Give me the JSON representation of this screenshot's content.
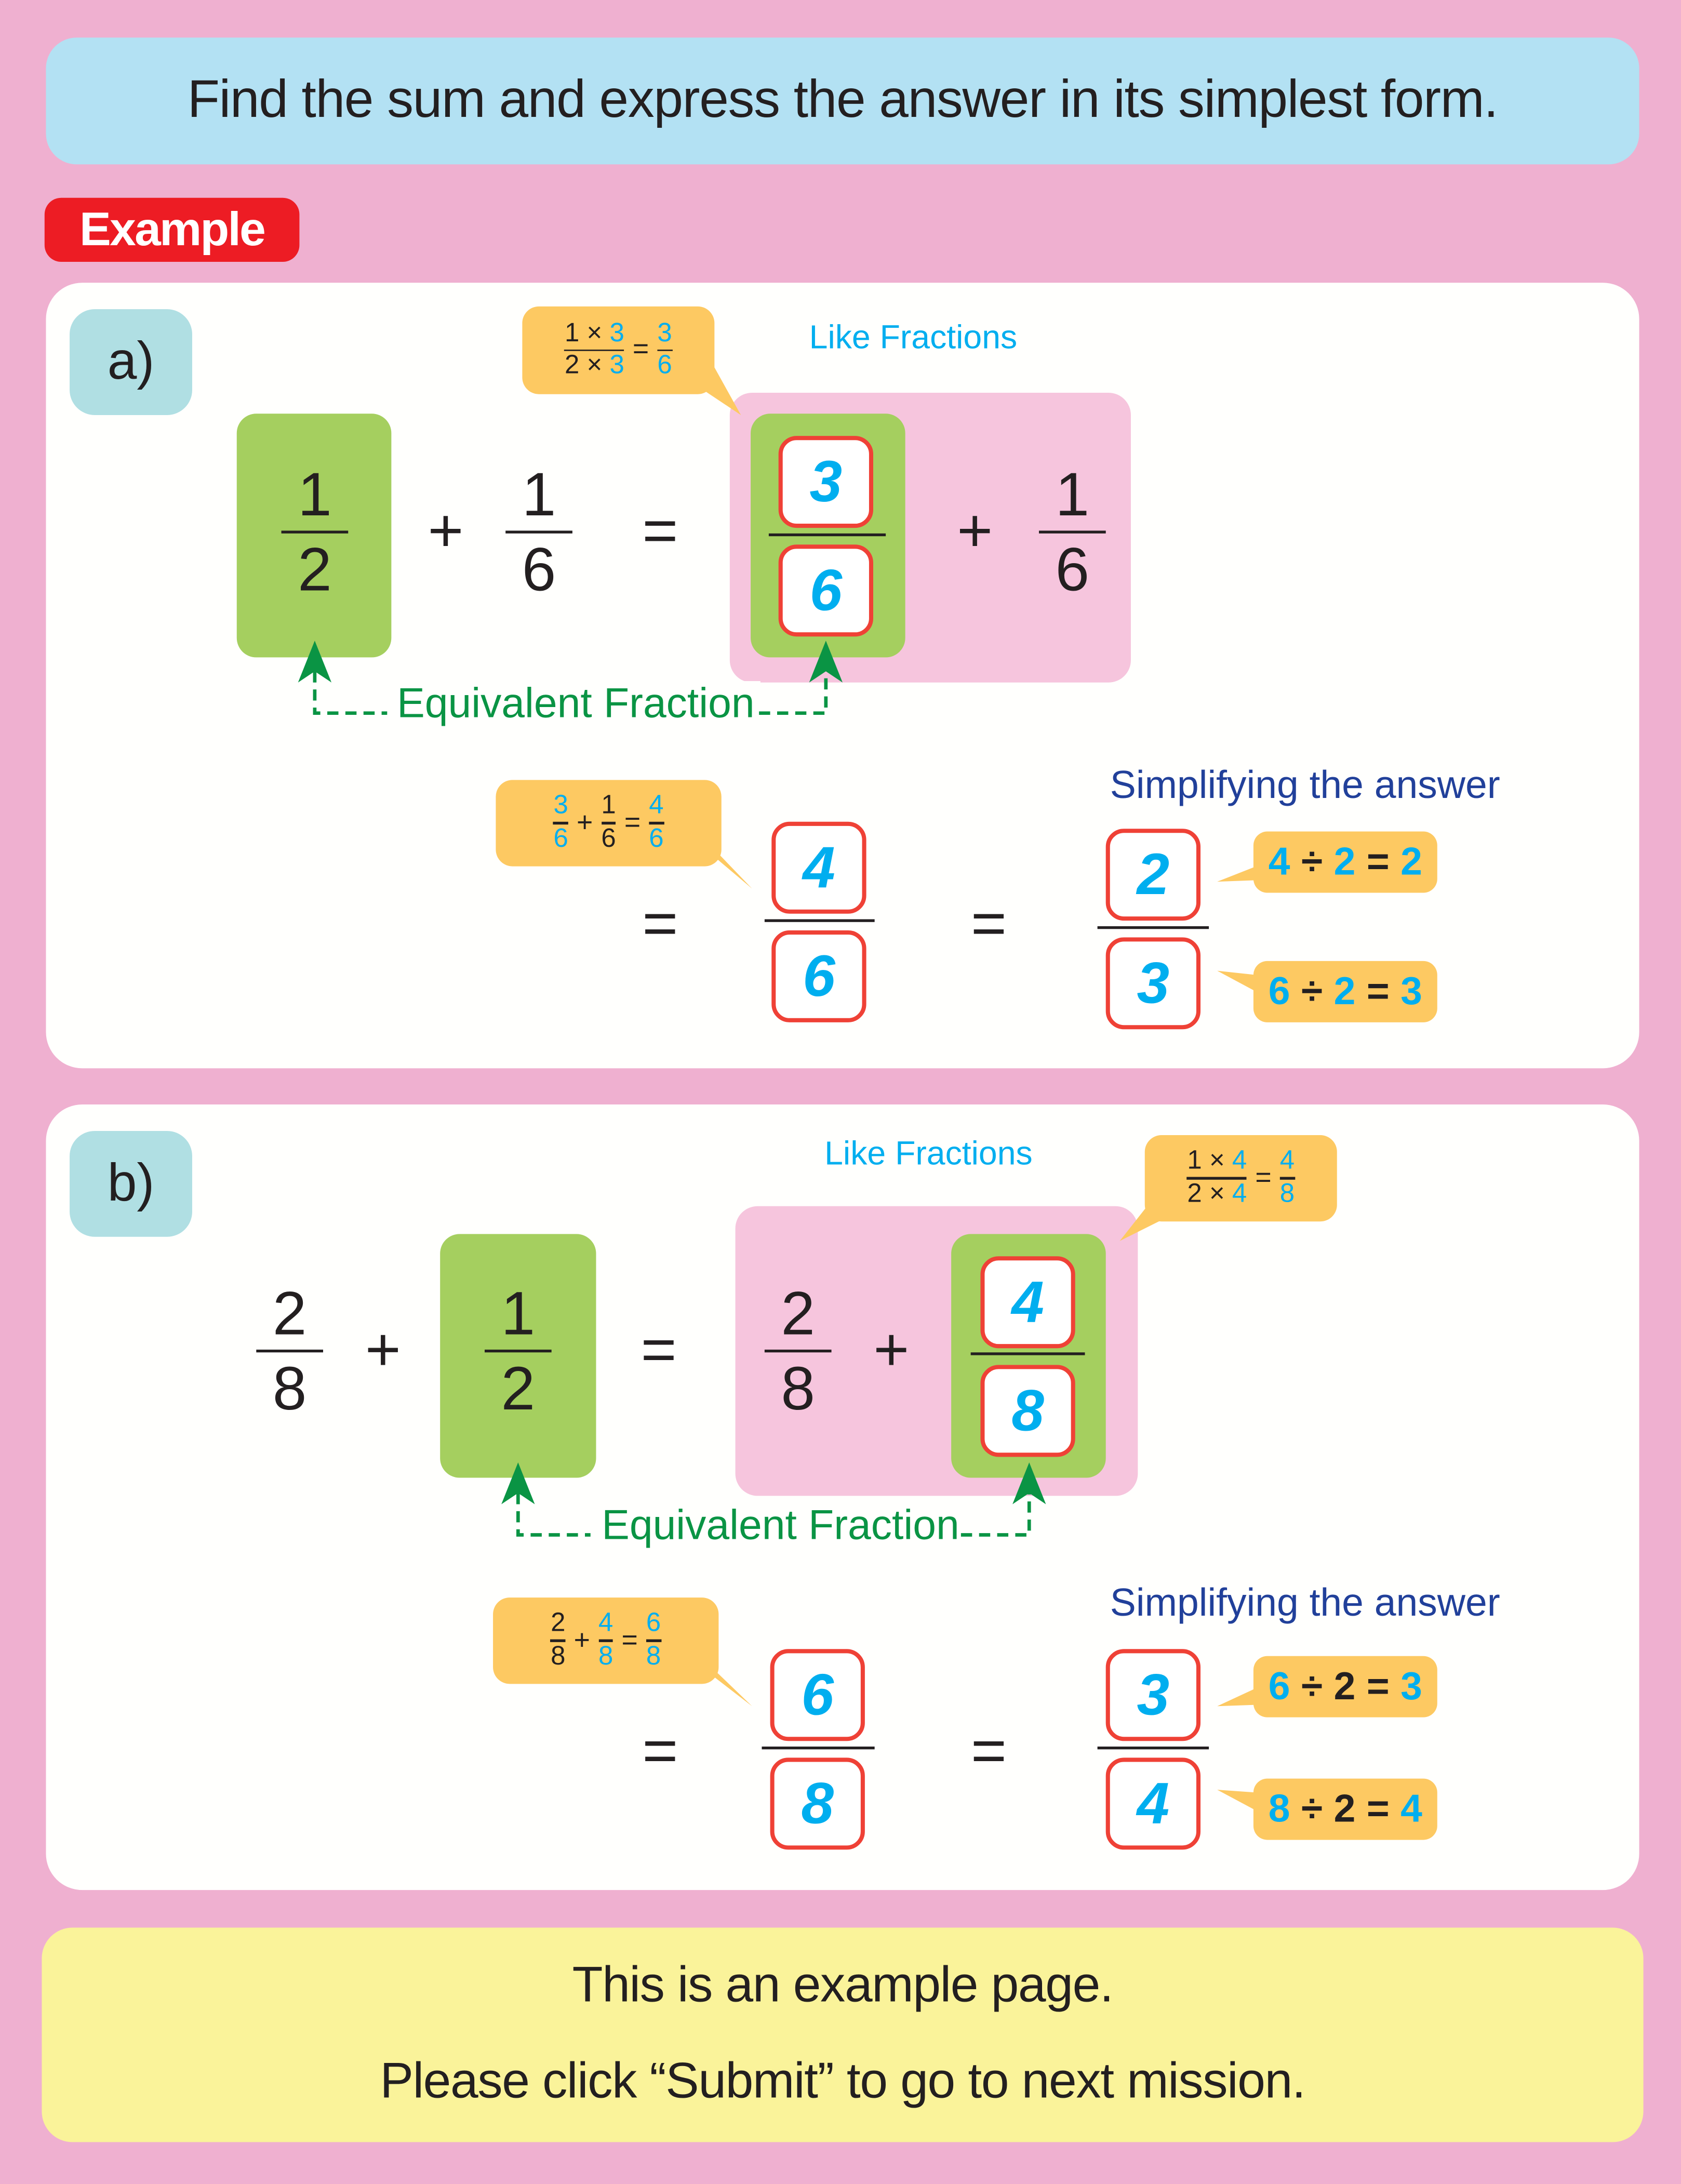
{
  "title": "Find the sum and express the answer in its simplest form.",
  "example_label": "Example",
  "like_fractions": "Like Fractions",
  "equivalent_fraction": "Equivalent Fraction",
  "simplifying": "Simplifying the answer",
  "ops": {
    "plus": "+",
    "equals": "=",
    "times": "×",
    "div": "÷"
  },
  "a": {
    "label": "a)",
    "f1": [
      "1",
      "2"
    ],
    "f2": [
      "1",
      "6"
    ],
    "eq_f1": [
      "3",
      "6"
    ],
    "eq_f2": [
      "1",
      "6"
    ],
    "conv": {
      "num": [
        "1",
        "3"
      ],
      "den": [
        "2",
        "3"
      ],
      "res": [
        "3",
        "6"
      ]
    },
    "sum_callout": {
      "f1": [
        "3",
        "6"
      ],
      "f2": [
        "1",
        "6"
      ],
      "res": [
        "4",
        "6"
      ]
    },
    "sum": [
      "4",
      "6"
    ],
    "simplified": [
      "2",
      "3"
    ],
    "simp_num": [
      "4",
      "2",
      "2"
    ],
    "simp_den": [
      "6",
      "2",
      "3"
    ]
  },
  "b": {
    "label": "b)",
    "f1": [
      "2",
      "8"
    ],
    "f2": [
      "1",
      "2"
    ],
    "eq_f1": [
      "2",
      "8"
    ],
    "eq_f2": [
      "4",
      "8"
    ],
    "conv": {
      "num": [
        "1",
        "4"
      ],
      "den": [
        "2",
        "4"
      ],
      "res": [
        "4",
        "8"
      ]
    },
    "sum_callout": {
      "f1": [
        "2",
        "8"
      ],
      "f2": [
        "4",
        "8"
      ],
      "res": [
        "6",
        "8"
      ]
    },
    "sum": [
      "6",
      "8"
    ],
    "simplified": [
      "3",
      "4"
    ],
    "simp_num": [
      "6",
      "2",
      "3"
    ],
    "simp_den": [
      "8",
      "2",
      "4"
    ]
  },
  "footer": {
    "line1": "This is an example page.",
    "line2": "Please click “Submit” to go to next mission."
  },
  "colors": {
    "pink_bg": "#efb0d0",
    "title_bg": "#b3e1f3",
    "badge": "#ed1c24",
    "green": "#a5cf5f",
    "callout": "#fdc962",
    "blue": "#00aeef",
    "navy": "#21409a",
    "arrow": "#0a9444",
    "footer_bg": "#faf39a"
  }
}
